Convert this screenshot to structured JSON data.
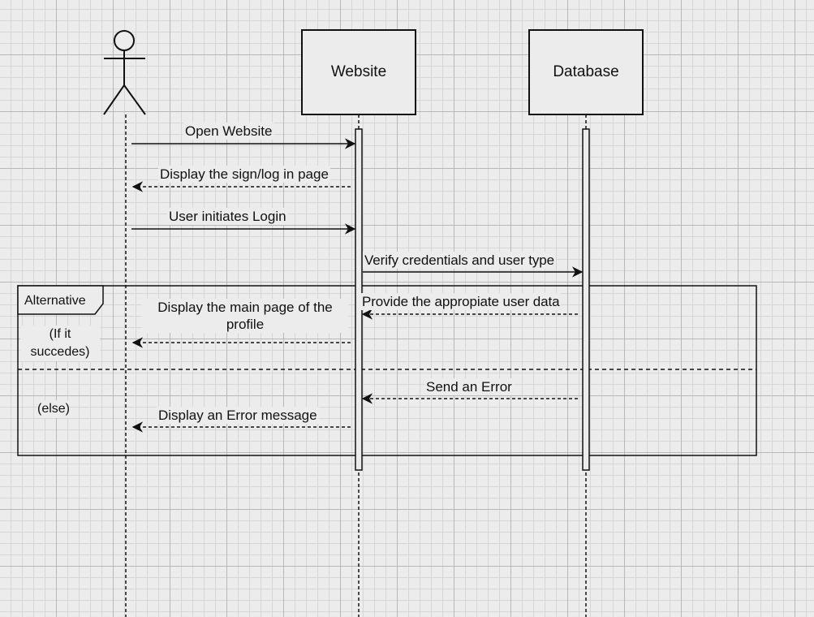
{
  "participants": {
    "website": "Website",
    "database": "Database"
  },
  "messages": [
    "Open Website",
    "Display the sign/log in page",
    "User initiates Login",
    "Verify credentials and user type",
    "Provide the appropiate user data",
    "Display the main page of the profile",
    "Send an Error",
    "Display an Error message"
  ],
  "fragment": {
    "operator": "Alternative",
    "guard_if": "(If it succedes)",
    "guard_else": "(else)"
  }
}
